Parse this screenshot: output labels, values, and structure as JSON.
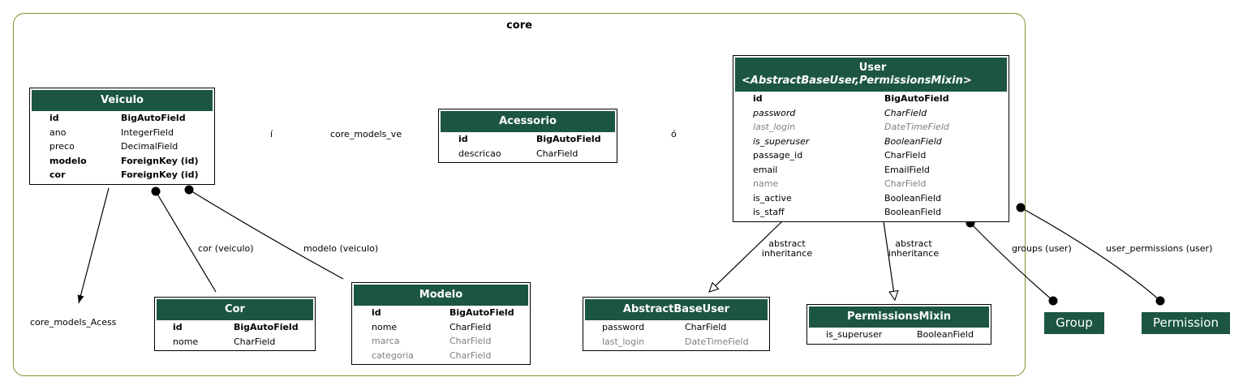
{
  "cluster": {
    "title": "core"
  },
  "tables": {
    "veiculo": {
      "title": "Veiculo",
      "fields": [
        {
          "name": "id",
          "type": "BigAutoField",
          "style": "pk"
        },
        {
          "name": "ano",
          "type": "IntegerField",
          "style": ""
        },
        {
          "name": "preco",
          "type": "DecimalField",
          "style": ""
        },
        {
          "name": "modelo",
          "type": "ForeignKey (id)",
          "style": "pk"
        },
        {
          "name": "cor",
          "type": "ForeignKey (id)",
          "style": "pk"
        }
      ]
    },
    "acessorio": {
      "title": "Acessorio",
      "fields": [
        {
          "name": "id",
          "type": "BigAutoField",
          "style": "pk"
        },
        {
          "name": "descricao",
          "type": "CharField",
          "style": ""
        }
      ]
    },
    "user": {
      "title": "User",
      "subtitle": "<AbstractBaseUser,PermissionsMixin>",
      "fields": [
        {
          "name": "id",
          "type": "BigAutoField",
          "style": "pk"
        },
        {
          "name": "password",
          "type": "CharField",
          "style": "it"
        },
        {
          "name": "last_login",
          "type": "DateTimeField",
          "style": "it muted"
        },
        {
          "name": "is_superuser",
          "type": "BooleanField",
          "style": "it"
        },
        {
          "name": "passage_id",
          "type": "CharField",
          "style": ""
        },
        {
          "name": "email",
          "type": "EmailField",
          "style": ""
        },
        {
          "name": "name",
          "type": "CharField",
          "style": "muted"
        },
        {
          "name": "is_active",
          "type": "BooleanField",
          "style": ""
        },
        {
          "name": "is_staff",
          "type": "BooleanField",
          "style": ""
        }
      ]
    },
    "cor": {
      "title": "Cor",
      "fields": [
        {
          "name": "id",
          "type": "BigAutoField",
          "style": "pk"
        },
        {
          "name": "nome",
          "type": "CharField",
          "style": ""
        }
      ]
    },
    "modelo": {
      "title": "Modelo",
      "fields": [
        {
          "name": "id",
          "type": "BigAutoField",
          "style": "pk"
        },
        {
          "name": "nome",
          "type": "CharField",
          "style": ""
        },
        {
          "name": "marca",
          "type": "CharField",
          "style": "muted"
        },
        {
          "name": "categoria",
          "type": "CharField",
          "style": "muted"
        }
      ]
    },
    "abstractbaseuser": {
      "title": "AbstractBaseUser",
      "fields": [
        {
          "name": "password",
          "type": "CharField",
          "style": ""
        },
        {
          "name": "last_login",
          "type": "DateTimeField",
          "style": "muted"
        }
      ]
    },
    "permissionsmixin": {
      "title": "PermissionsMixin",
      "fields": [
        {
          "name": "is_superuser",
          "type": "BooleanField",
          "style": ""
        }
      ]
    }
  },
  "external": {
    "group": "Group",
    "permission": "Permission"
  },
  "labels": {
    "i_acute": "í",
    "core_models_ve": "core_models_ve",
    "o_acute": "ó",
    "core_models_acess": "core_models_Acess",
    "cor_veiculo": "cor (veiculo)",
    "modelo_veiculo": "modelo (veiculo)",
    "abstract_inheritance_1": "abstract\ninheritance",
    "abstract_inheritance_2": "abstract\ninheritance",
    "groups_user": "groups (user)",
    "user_permissions_user": "user_permissions (user)"
  },
  "colors": {
    "header": "#1c5640",
    "cluster_border": "#7c932c",
    "muted_text": "#7f7f7f"
  }
}
